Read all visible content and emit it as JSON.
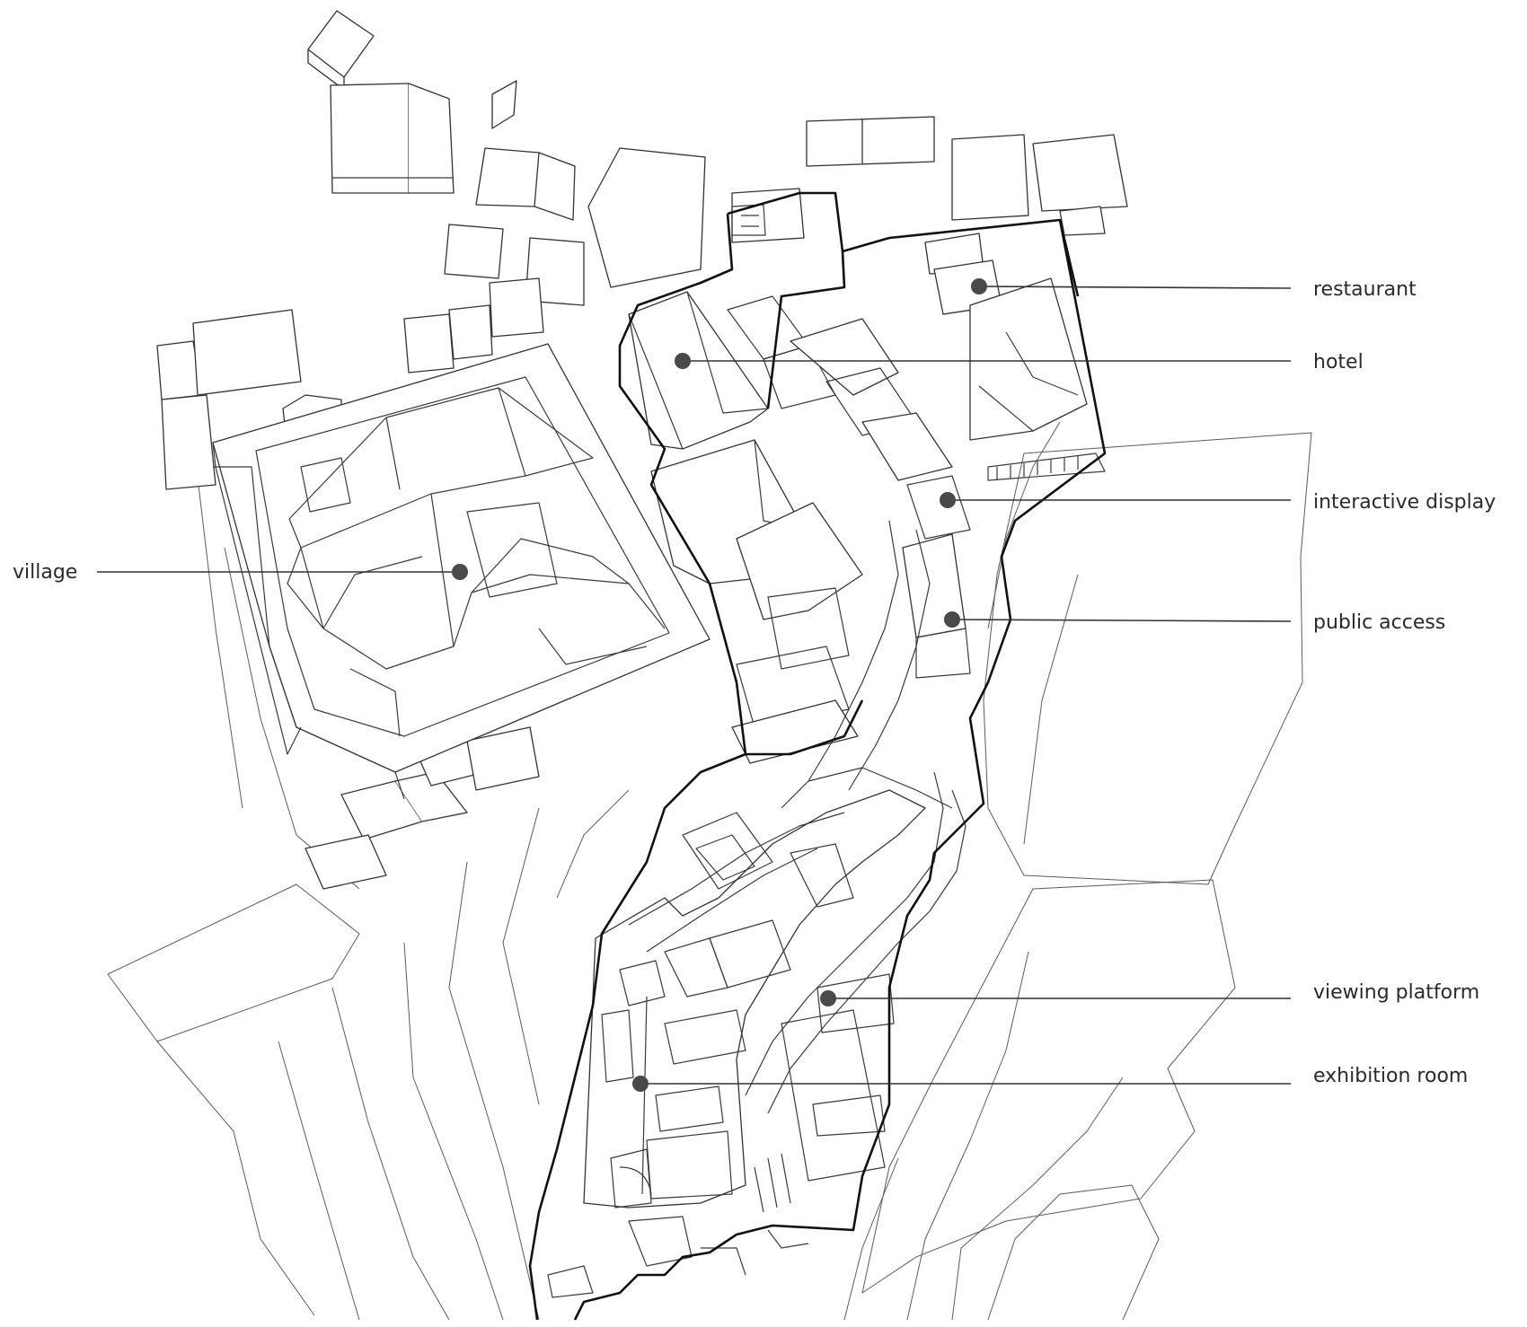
{
  "colors": {
    "line": "#333333",
    "boundary": "#111111",
    "dot": "#4a4a4a",
    "text": "#2a2a2a",
    "background": "#ffffff"
  },
  "labels": {
    "restaurant": "restaurant",
    "hotel": "hotel",
    "interactive_display": "interactive display",
    "village": "village",
    "public_access": "public access",
    "viewing_platform": "viewing platform",
    "exhibition_room": "exhibition room"
  }
}
